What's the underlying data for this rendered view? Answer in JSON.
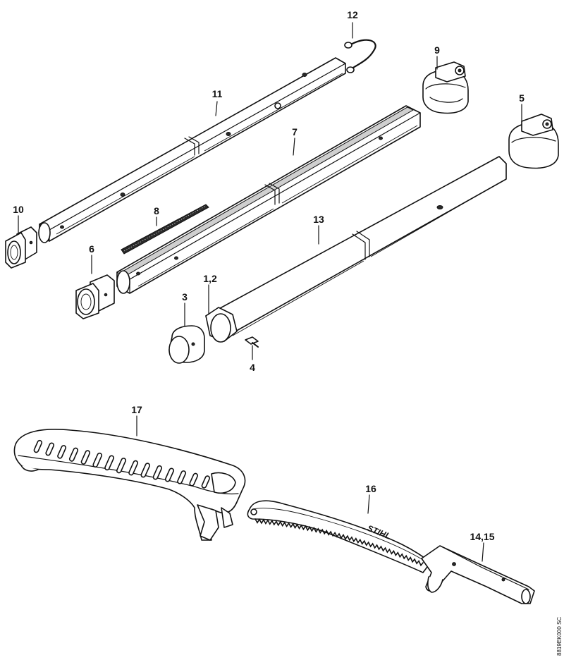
{
  "callouts": [
    {
      "id": "c12",
      "label": "12"
    },
    {
      "id": "c11",
      "label": "11"
    },
    {
      "id": "c9",
      "label": "9"
    },
    {
      "id": "c7",
      "label": "7"
    },
    {
      "id": "c5",
      "label": "5"
    },
    {
      "id": "c10",
      "label": "10"
    },
    {
      "id": "c8",
      "label": "8"
    },
    {
      "id": "c13",
      "label": "13"
    },
    {
      "id": "c6",
      "label": "6"
    },
    {
      "id": "c1_2",
      "label": "1,2"
    },
    {
      "id": "c3",
      "label": "3"
    },
    {
      "id": "c4",
      "label": "4"
    },
    {
      "id": "c17",
      "label": "17"
    },
    {
      "id": "c16",
      "label": "16"
    },
    {
      "id": "c14_15",
      "label": "14,15"
    }
  ],
  "brand_text": "STIHL",
  "reference_code": "8819EK000 SC",
  "icons": [
    "pole-section-icon",
    "end-cap-icon",
    "clamp-icon",
    "screw-icon",
    "saw-blade-icon",
    "scabbard-icon",
    "wire-bail-icon",
    "rubber-strip-icon"
  ]
}
